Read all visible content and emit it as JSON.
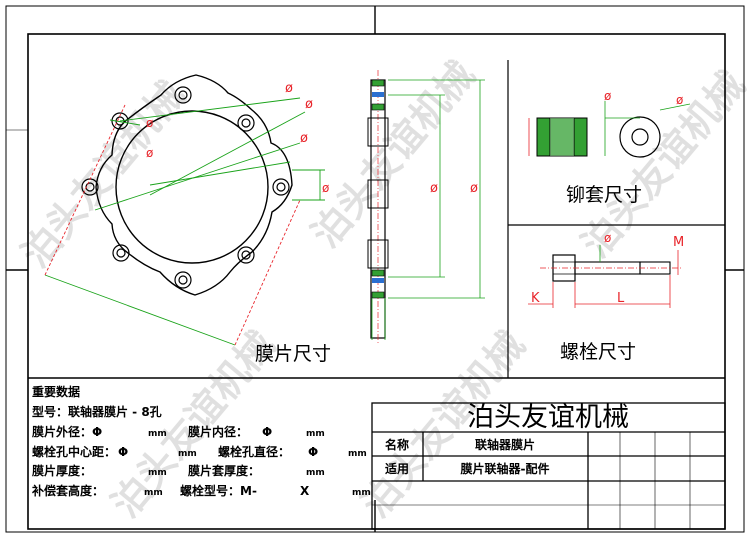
{
  "drawing": {
    "views": {
      "diaphragm": "膜片尺寸",
      "rivet_sleeve": "铆套尺寸",
      "bolt": "螺栓尺寸"
    },
    "dimension_symbol": "Φ",
    "dimension_symbol_small": "ø",
    "bolt_dim_letters": {
      "k": "K",
      "l": "L",
      "m": "M"
    }
  },
  "specs": {
    "heading": "重要数据",
    "model": "型号：联轴器膜片 - 8孔",
    "outer_dia_label": "膜片外径：",
    "inner_dia_label": "膜片内径：",
    "bolt_pcd_label": "螺栓孔中心距：",
    "bolt_hole_dia_label": "螺栓孔直径：",
    "thickness_label": "膜片厚度：",
    "stack_thickness_label": "膜片套厚度：",
    "comp_sleeve_label": "补偿套高度：",
    "bolt_model_label": "螺栓型号：M-",
    "phi": "Φ",
    "unit": "mm",
    "x": "X"
  },
  "title_block": {
    "company": "泊头友谊机械",
    "name_label": "名称",
    "name_value": "联轴器膜片",
    "use_label": "适用",
    "use_value": "膜片联轴器-配件"
  },
  "colors": {
    "line": "#000000",
    "dimension_red": "#e8242a",
    "dimension_green": "#1aa31a",
    "hatch_green": "#33a033",
    "blue": "#2a6fd0"
  }
}
